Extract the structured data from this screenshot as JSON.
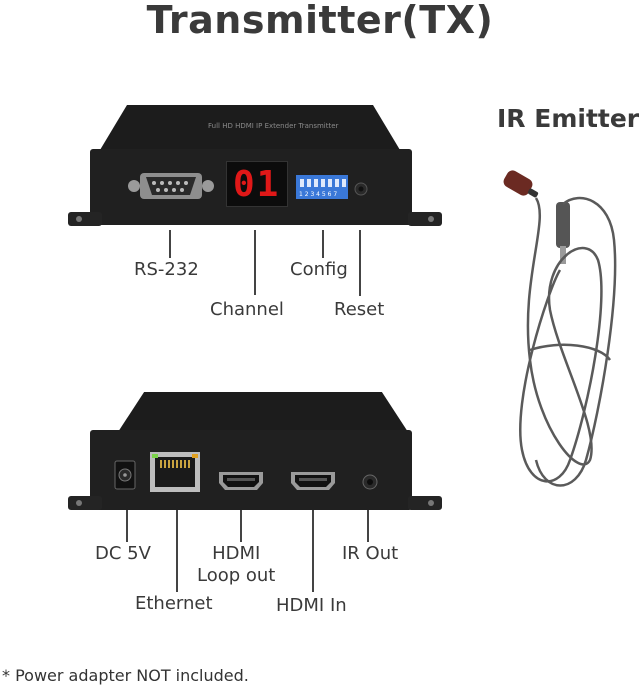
{
  "title": "Transmitter(TX)",
  "ir_emitter_title": "IR Emitter",
  "device_top_text": "Full HD HDMI IP Extender Transmitter",
  "channel_display": "01",
  "front_labels": {
    "rs232": "RS-232",
    "channel": "Channel",
    "config": "Config",
    "reset": "Reset"
  },
  "rear_labels": {
    "dc": "DC 5V",
    "ethernet": "Ethernet",
    "hdmi_loop": "HDMI\nLoop out",
    "hdmi_in": "HDMI In",
    "ir_out": "IR Out"
  },
  "footnote": "* Power adapter NOT included.",
  "colors": {
    "device": "#1f1f1f",
    "led": "#e01818",
    "dip": "#3a78d8",
    "cable": "#5a5a5a",
    "emitter": "#6b2a22"
  }
}
